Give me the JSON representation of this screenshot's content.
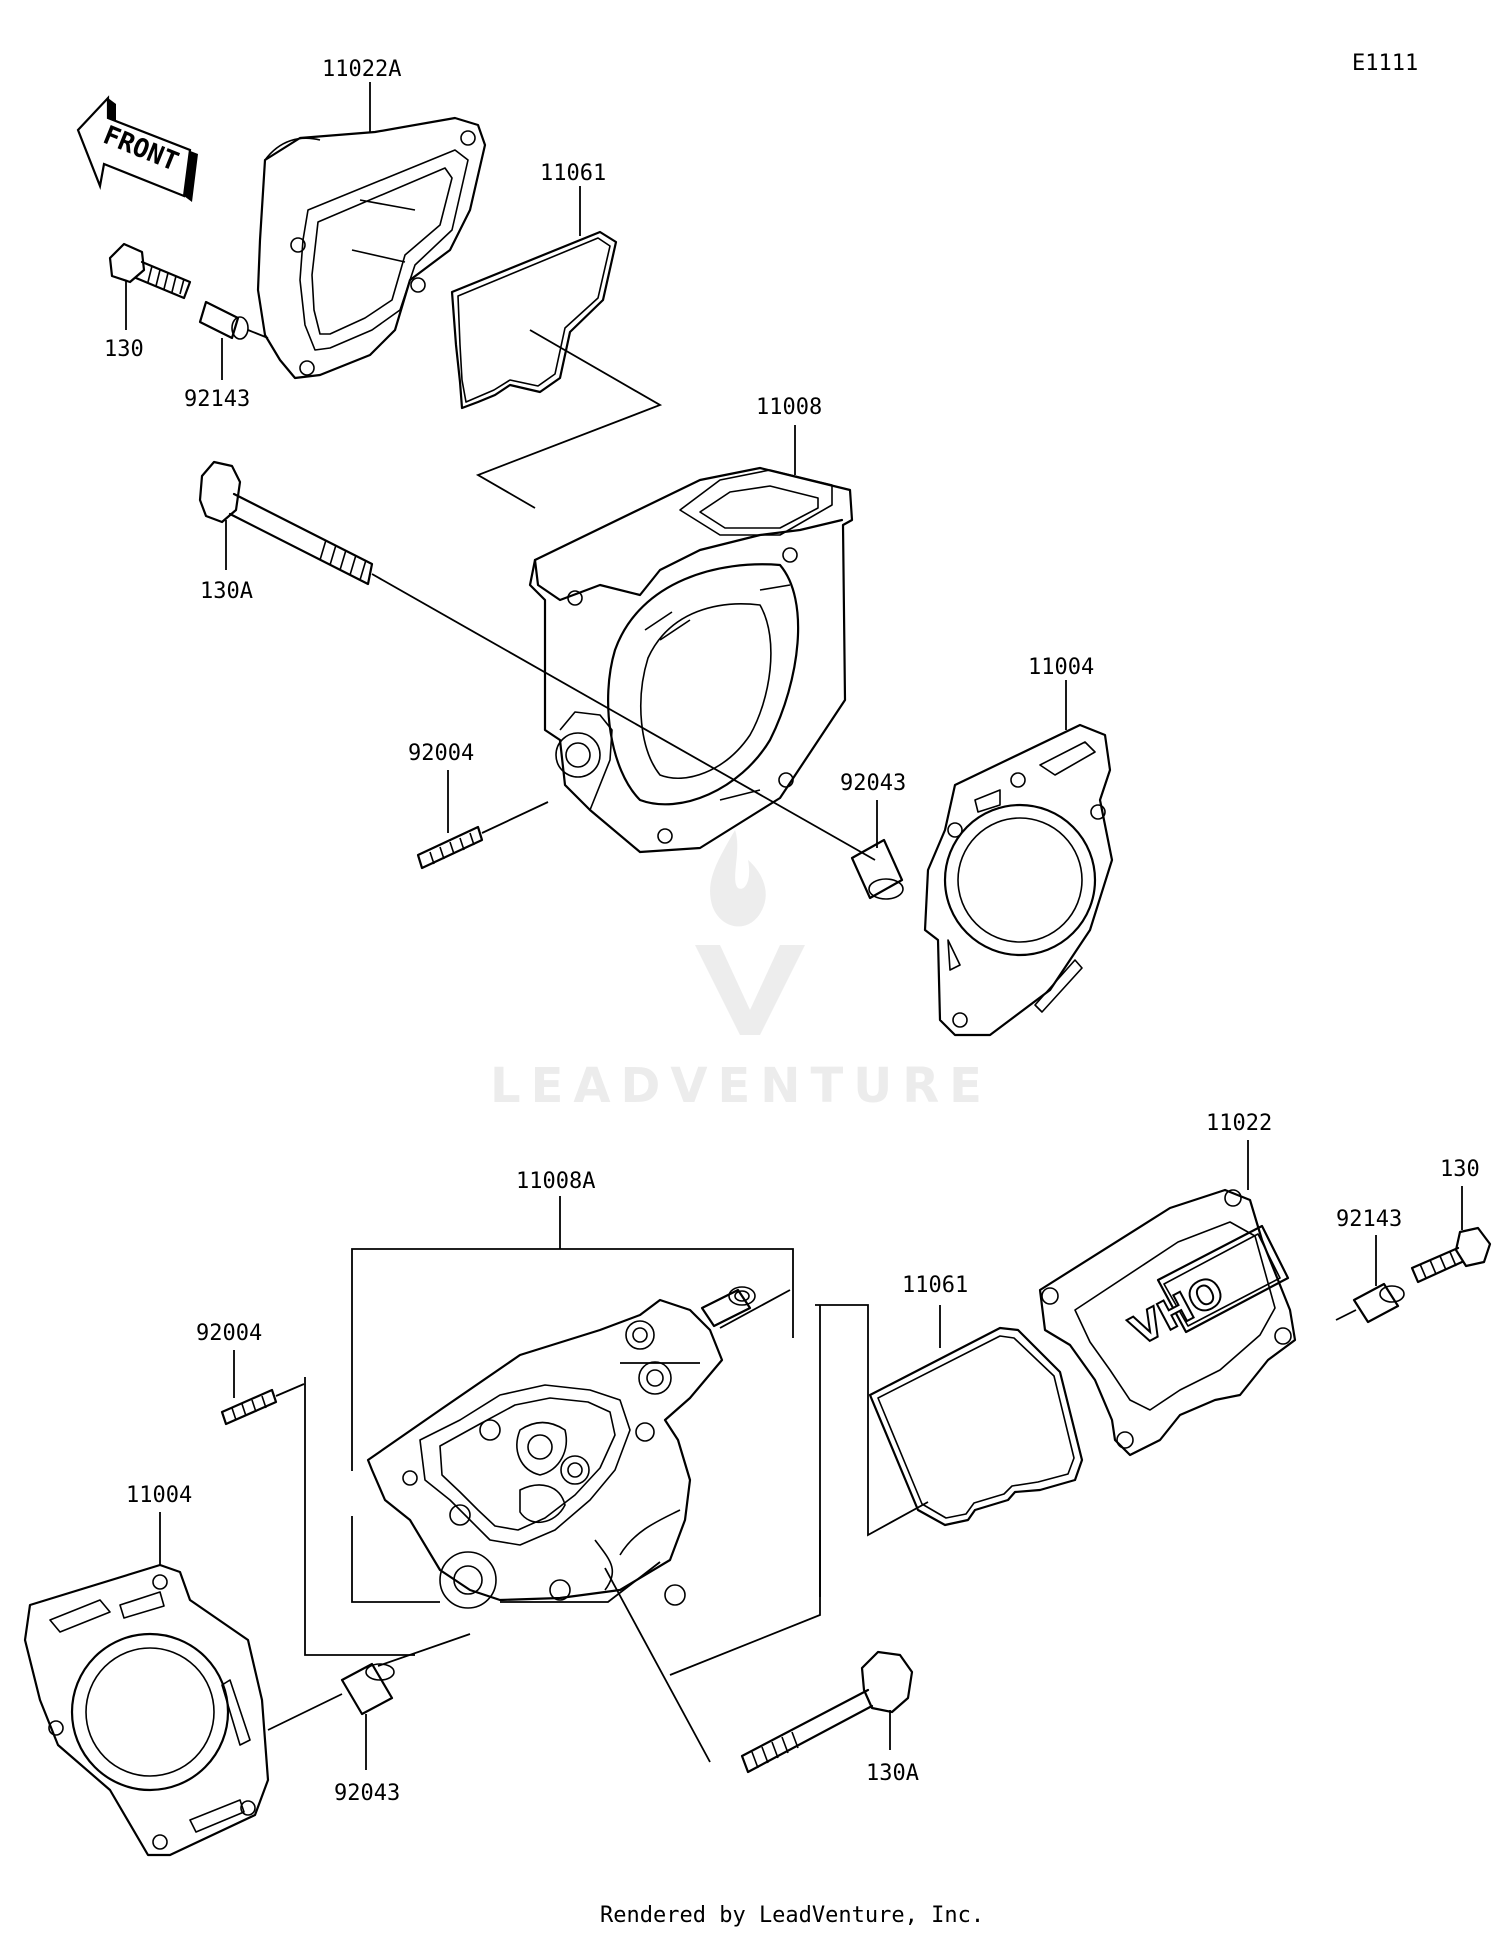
{
  "diagram_code": "E1111",
  "front_marker": "FRONT",
  "ohv_mark": "OHV",
  "watermark": "LEADVENTURE",
  "footer": "Rendered by LeadVenture, Inc.",
  "callouts": {
    "upper_head_cover": "11022A",
    "upper_cover_gasket": "11061",
    "upper_cover_bolt": "130",
    "upper_cover_collar": "92143",
    "front_head": "11008",
    "upper_through_bolt": "130A",
    "upper_head_gasket": "11004",
    "upper_stud": "92004",
    "upper_dowel": "92043",
    "lower_head_cover": "11022",
    "lower_cover_bolt": "130",
    "lower_cover_collar": "92143",
    "rear_head": "11008A",
    "lower_cover_gasket": "11061",
    "lower_stud": "92004",
    "lower_head_gasket": "11004",
    "lower_dowel": "92043",
    "lower_through_bolt": "130A"
  }
}
